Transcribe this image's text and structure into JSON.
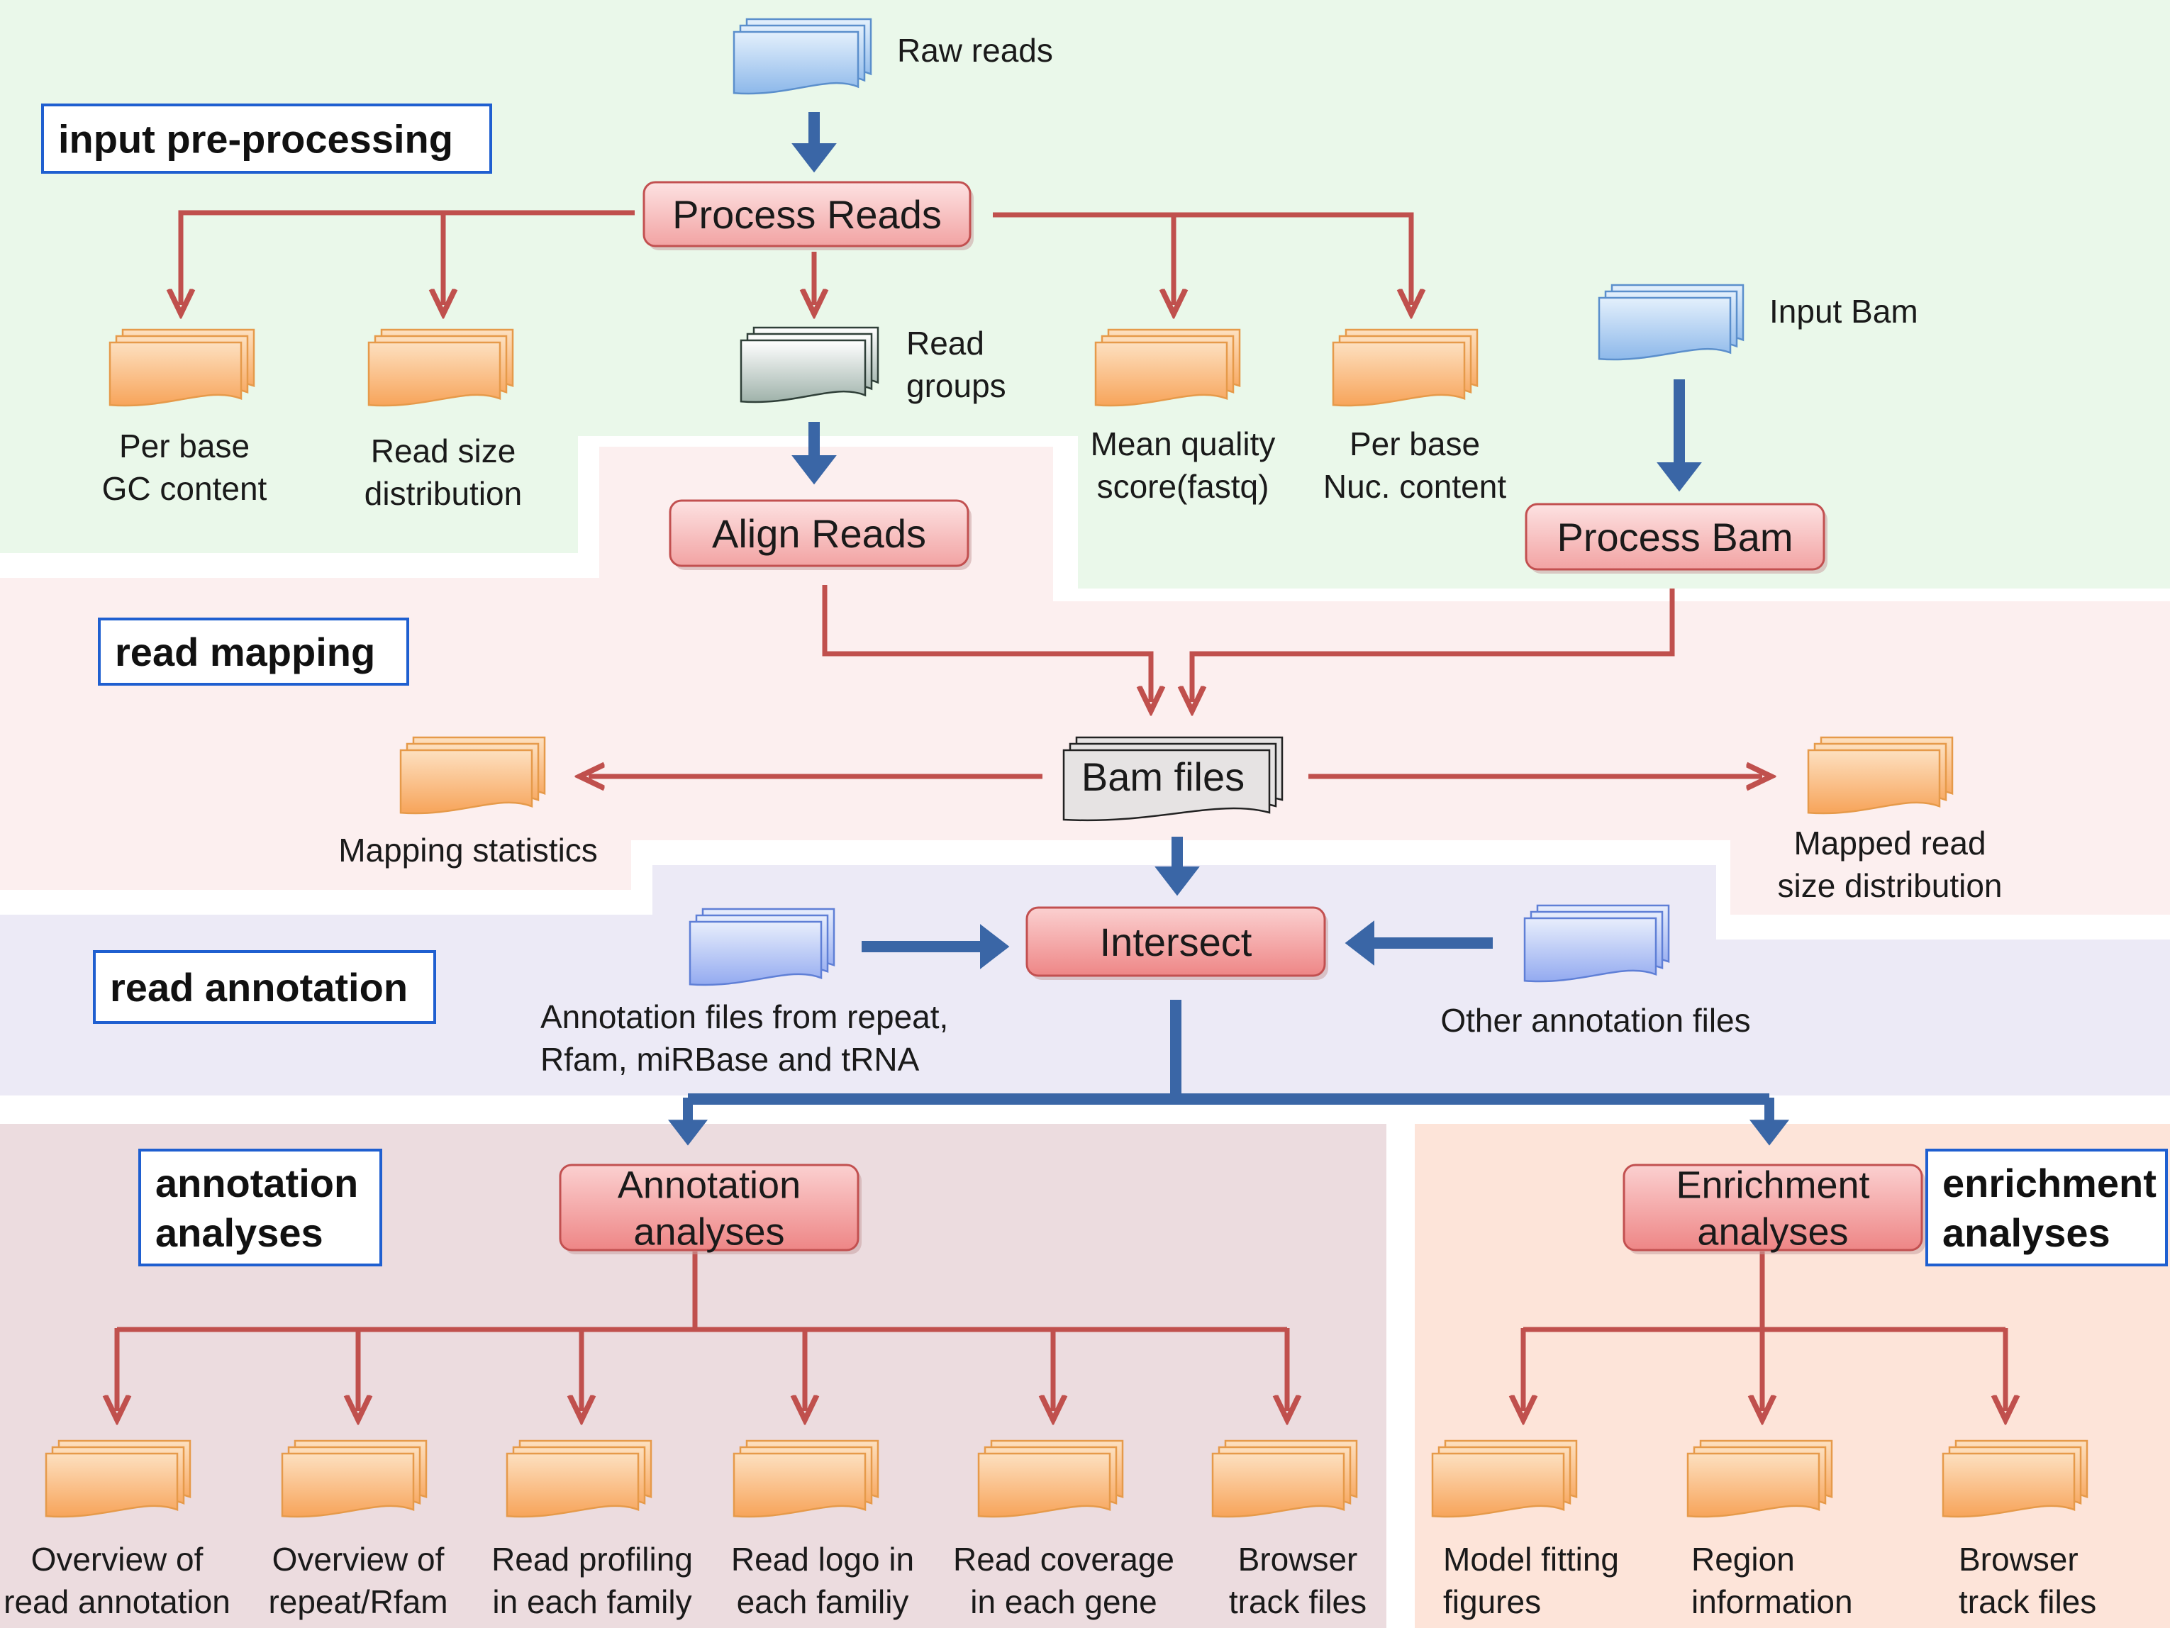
{
  "sections": {
    "preprocessing": "input pre-processing",
    "mapping": "read mapping",
    "annotation": "read annotation",
    "annotation_analyses": [
      "annotation",
      "analyses"
    ],
    "enrichment_analyses": [
      "enrichment",
      "analyses"
    ]
  },
  "process_boxes": {
    "process_reads": [
      "Process Reads"
    ],
    "align_reads": [
      "Align Reads"
    ],
    "process_bam": [
      "Process Bam"
    ],
    "intersect": [
      "Intersect"
    ],
    "annotation_analyses": [
      "Annotation",
      "analyses"
    ],
    "enrichment_analyses": [
      "Enrichment",
      "analyses"
    ]
  },
  "files": {
    "raw_reads": [
      "Raw reads"
    ],
    "input_bam": [
      "Input Bam"
    ],
    "read_groups": [
      "Read",
      "groups"
    ],
    "per_base_gc": [
      "Per base",
      "GC content"
    ],
    "read_size_dist": [
      "Read size",
      "distribution"
    ],
    "mean_quality": [
      "Mean quality",
      "score(fastq)"
    ],
    "per_base_nuc": [
      "Per base",
      "Nuc. content"
    ],
    "bam_files": [
      "Bam files"
    ],
    "mapping_statistics": [
      "Mapping statistics"
    ],
    "mapped_read_size": [
      "Mapped read",
      "size distribution"
    ],
    "annotation_files": [
      "Annotation files from repeat,",
      "Rfam, miRBase and tRNA"
    ],
    "other_annotation": [
      "Other annotation files"
    ],
    "overview_read_annotation": [
      "Overview of",
      "read annotation"
    ],
    "overview_repeat": [
      "Overview of",
      "repeat/Rfam"
    ],
    "read_profiling": [
      "Read profiling",
      "in each family"
    ],
    "read_logo": [
      "Read logo in",
      "each familiy"
    ],
    "read_coverage": [
      "Read coverage",
      "in each gene"
    ],
    "browser_track_ann": [
      "Browser",
      "track files"
    ],
    "model_fitting": [
      "Model fitting",
      "figures"
    ],
    "region_information": [
      "Region",
      "information"
    ],
    "browser_track_enr": [
      "Browser",
      "track files"
    ]
  },
  "colors": {
    "preprocessing_bg": "#eaf8ea",
    "mapping_bg": "#fcefef",
    "annotation_bg": "#eceaf6",
    "ann_analyses_bg": "#ecdcdf",
    "enr_analyses_bg": "#fde4d9",
    "section_border": "#1f5fd0",
    "process_fill": "#f4b8b8",
    "process_border": "#c25050",
    "red_arrow": "#c0504d",
    "blue_arrow": "#3a66a6",
    "file_orange": "#fbc48c",
    "file_blue": "#bcd6f3",
    "file_gray": "#c9d3cf"
  }
}
